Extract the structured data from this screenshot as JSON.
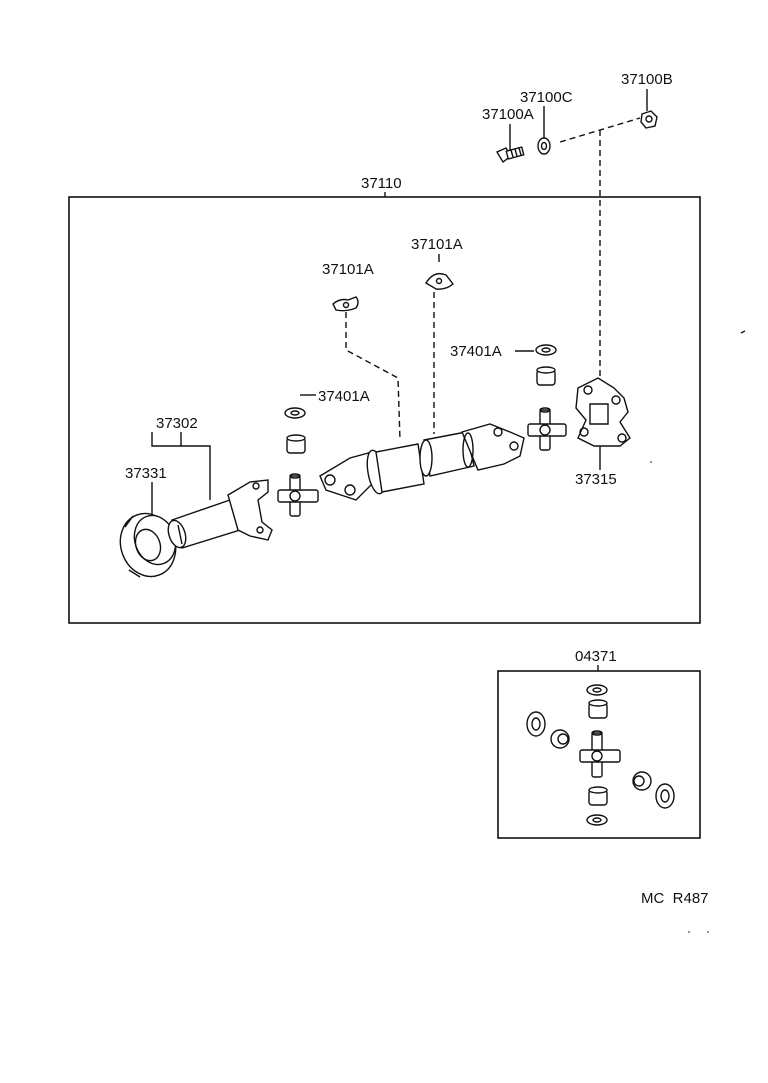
{
  "diagram": {
    "labels": {
      "assembly": "37110",
      "bolt": "37100A",
      "washer": "37100C",
      "nut": "37100B",
      "clip_left": "37101A",
      "clip_right": "37101A",
      "snap_ring_left": "37401A",
      "snap_ring_right": "37401A",
      "yoke_group": "37302",
      "dust_seal": "37331",
      "flange_yoke": "37315",
      "kit": "04371",
      "footer": "MC  R487"
    }
  }
}
